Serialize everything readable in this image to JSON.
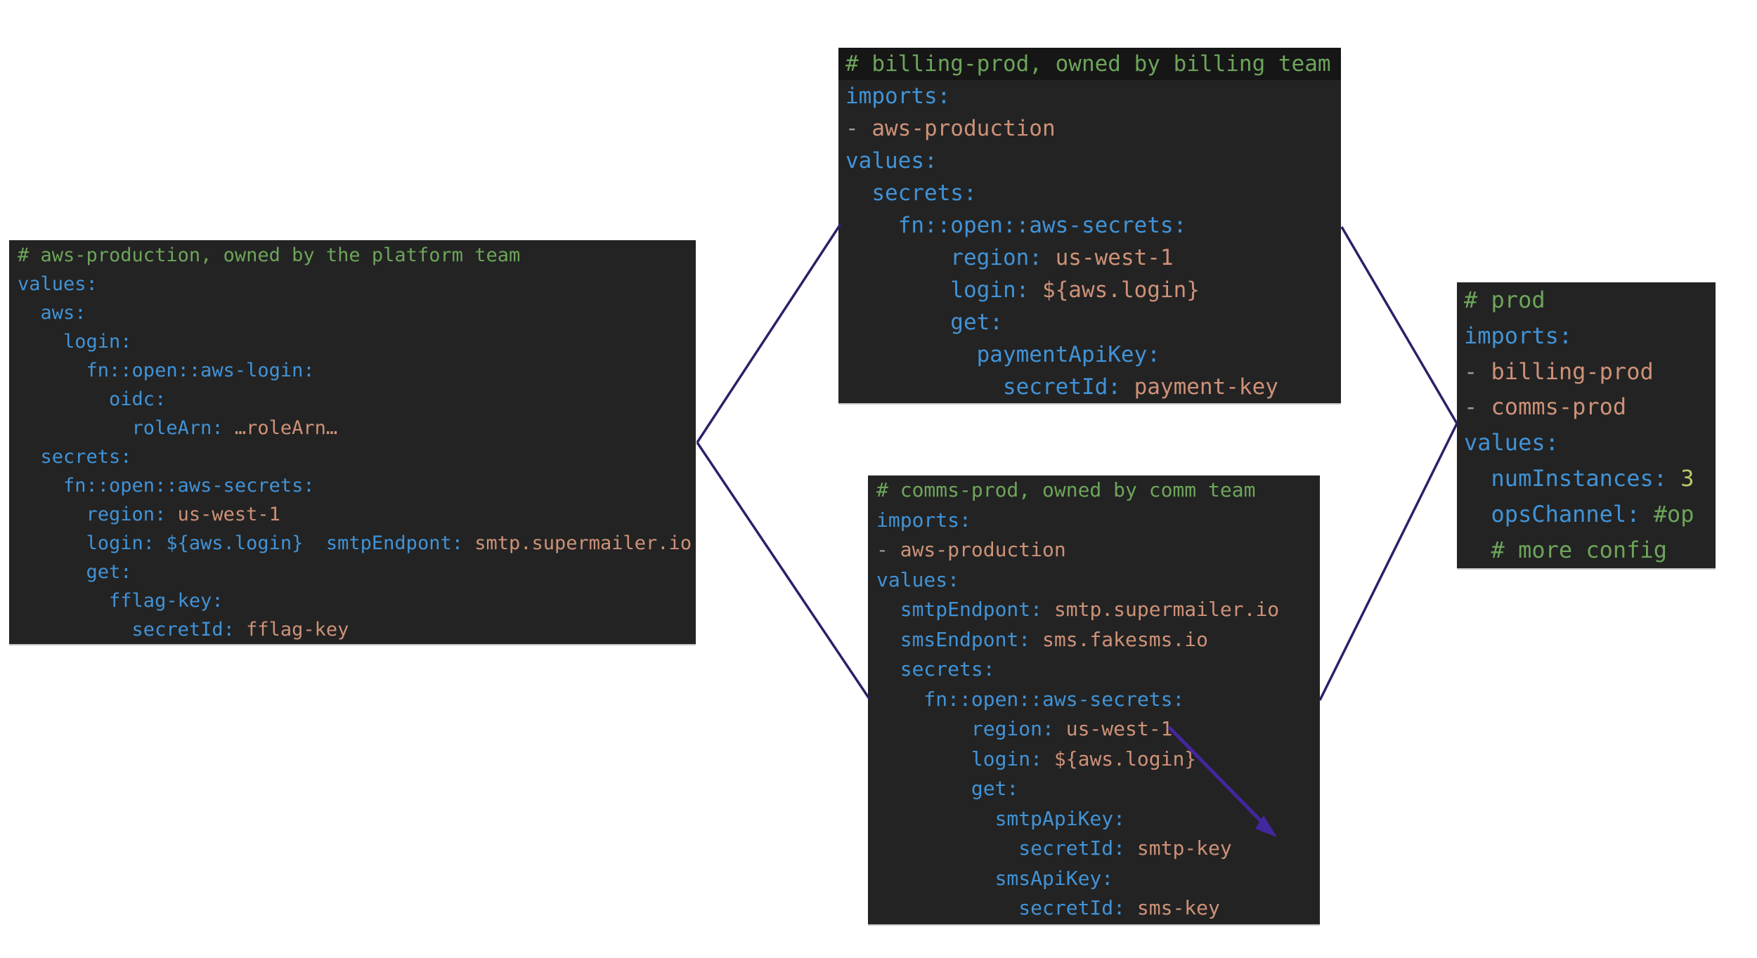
{
  "page": {
    "background": "#ffffff"
  },
  "colors": {
    "panel_bg": "#232323",
    "title_band_bg": "#161616",
    "comment": "#6da55a",
    "key": "#4193d7",
    "value": "#ce9178",
    "number": "#b9c76a",
    "punct": "#9a9a9a",
    "text": "#d4d4d4",
    "connector": "#2b2168",
    "arrow": "#43279e"
  },
  "connections": [
    {
      "from": "aws-production",
      "to": "billing-prod"
    },
    {
      "from": "aws-production",
      "to": "comms-prod"
    },
    {
      "from": "billing-prod",
      "to": "prod"
    },
    {
      "from": "comms-prod",
      "to": "prod"
    }
  ],
  "arrow_annotation": {
    "description": "purple arrow pointing down-right from region line in comms-prod panel"
  },
  "panels": [
    {
      "id": "aws-production",
      "lines": [
        {
          "tokens": [
            {
              "t": "# aws-production, owned by the platform team",
              "c": "comment"
            }
          ]
        },
        {
          "tokens": [
            {
              "t": "values:",
              "c": "key"
            }
          ]
        },
        {
          "tokens": [
            {
              "t": "  aws:",
              "c": "key"
            }
          ]
        },
        {
          "tokens": [
            {
              "t": "    login:",
              "c": "key"
            }
          ]
        },
        {
          "tokens": [
            {
              "t": "      fn::open::aws-login:",
              "c": "key"
            }
          ]
        },
        {
          "tokens": [
            {
              "t": "        oidc:",
              "c": "key"
            }
          ]
        },
        {
          "tokens": [
            {
              "t": "          roleArn: ",
              "c": "key"
            },
            {
              "t": "…roleArn…",
              "c": "value"
            }
          ]
        },
        {
          "tokens": [
            {
              "t": "  secrets:",
              "c": "key"
            }
          ]
        },
        {
          "tokens": [
            {
              "t": "    fn::open::aws-secrets:",
              "c": "key"
            }
          ]
        },
        {
          "tokens": [
            {
              "t": "      region: ",
              "c": "key"
            },
            {
              "t": "us-west-1",
              "c": "value"
            }
          ]
        },
        {
          "tokens": [
            {
              "t": "      login: ${aws.login}  smtpEndpont: ",
              "c": "key"
            },
            {
              "t": "smtp.supermailer.io",
              "c": "value"
            }
          ]
        },
        {
          "tokens": [
            {
              "t": "      get:",
              "c": "key"
            }
          ]
        },
        {
          "tokens": [
            {
              "t": "        fflag-key:",
              "c": "key"
            }
          ]
        },
        {
          "tokens": [
            {
              "t": "          secretId: ",
              "c": "key"
            },
            {
              "t": "fflag-key",
              "c": "value"
            }
          ]
        }
      ]
    },
    {
      "id": "billing-prod",
      "lines": [
        {
          "band": true,
          "tokens": [
            {
              "t": "# billing-prod, owned by billing team",
              "c": "comment"
            }
          ]
        },
        {
          "tokens": [
            {
              "t": "imports:",
              "c": "key"
            }
          ]
        },
        {
          "tokens": [
            {
              "t": "- ",
              "c": "punct"
            },
            {
              "t": "aws-production",
              "c": "value"
            }
          ]
        },
        {
          "tokens": [
            {
              "t": "values:",
              "c": "key"
            }
          ]
        },
        {
          "tokens": [
            {
              "t": "  secrets:",
              "c": "key"
            }
          ]
        },
        {
          "tokens": [
            {
              "t": "    fn::open::aws-secrets:",
              "c": "key"
            }
          ]
        },
        {
          "tokens": [
            {
              "t": "        region: ",
              "c": "key"
            },
            {
              "t": "us-west-1",
              "c": "value"
            }
          ]
        },
        {
          "tokens": [
            {
              "t": "        login: ",
              "c": "key"
            },
            {
              "t": "${aws.login}",
              "c": "value"
            }
          ]
        },
        {
          "tokens": [
            {
              "t": "        get:",
              "c": "key"
            }
          ]
        },
        {
          "tokens": [
            {
              "t": "          paymentApiKey:",
              "c": "key"
            }
          ]
        },
        {
          "tokens": [
            {
              "t": "            secretId: ",
              "c": "key"
            },
            {
              "t": "payment-key",
              "c": "value"
            }
          ]
        }
      ]
    },
    {
      "id": "comms-prod",
      "lines": [
        {
          "tokens": [
            {
              "t": "# comms-prod, owned by comm team",
              "c": "comment"
            }
          ]
        },
        {
          "tokens": [
            {
              "t": "imports:",
              "c": "key"
            }
          ]
        },
        {
          "tokens": [
            {
              "t": "- ",
              "c": "punct"
            },
            {
              "t": "aws-production",
              "c": "value"
            }
          ]
        },
        {
          "tokens": [
            {
              "t": "values:",
              "c": "key"
            }
          ]
        },
        {
          "tokens": [
            {
              "t": "  smtpEndpont: ",
              "c": "key"
            },
            {
              "t": "smtp.supermailer.io",
              "c": "value"
            }
          ]
        },
        {
          "tokens": [
            {
              "t": "  smsEndpont: ",
              "c": "key"
            },
            {
              "t": "sms.fakesms.io",
              "c": "value"
            }
          ]
        },
        {
          "tokens": [
            {
              "t": "  secrets:",
              "c": "key"
            }
          ]
        },
        {
          "tokens": [
            {
              "t": "    fn::open::aws-secrets:",
              "c": "key"
            }
          ]
        },
        {
          "tokens": [
            {
              "t": "        region: ",
              "c": "key"
            },
            {
              "t": "us-west-1",
              "c": "value"
            }
          ]
        },
        {
          "tokens": [
            {
              "t": "        login: ",
              "c": "key"
            },
            {
              "t": "${aws.login}",
              "c": "value"
            }
          ]
        },
        {
          "tokens": [
            {
              "t": "        get:",
              "c": "key"
            }
          ]
        },
        {
          "tokens": [
            {
              "t": "          smtpApiKey:",
              "c": "key"
            }
          ]
        },
        {
          "tokens": [
            {
              "t": "            secretId: ",
              "c": "key"
            },
            {
              "t": "smtp-key",
              "c": "value"
            }
          ]
        },
        {
          "tokens": [
            {
              "t": "          smsApiKey:",
              "c": "key"
            }
          ]
        },
        {
          "tokens": [
            {
              "t": "            secretId: ",
              "c": "key"
            },
            {
              "t": "sms-key",
              "c": "value"
            }
          ]
        }
      ]
    },
    {
      "id": "prod",
      "lines": [
        {
          "tokens": [
            {
              "t": "# prod",
              "c": "comment"
            }
          ]
        },
        {
          "tokens": [
            {
              "t": "imports:",
              "c": "key"
            }
          ]
        },
        {
          "tokens": [
            {
              "t": "- ",
              "c": "punct"
            },
            {
              "t": "billing-prod",
              "c": "value"
            }
          ]
        },
        {
          "tokens": [
            {
              "t": "- ",
              "c": "punct"
            },
            {
              "t": "comms-prod",
              "c": "value"
            }
          ]
        },
        {
          "tokens": [
            {
              "t": "values:",
              "c": "key"
            }
          ]
        },
        {
          "tokens": [
            {
              "t": "  numInstances: ",
              "c": "key"
            },
            {
              "t": "3",
              "c": "number"
            }
          ]
        },
        {
          "tokens": [
            {
              "t": "  opsChannel: ",
              "c": "key"
            },
            {
              "t": "#op",
              "c": "comment"
            }
          ]
        },
        {
          "tokens": [
            {
              "t": "  # more config",
              "c": "comment"
            }
          ]
        }
      ]
    }
  ]
}
